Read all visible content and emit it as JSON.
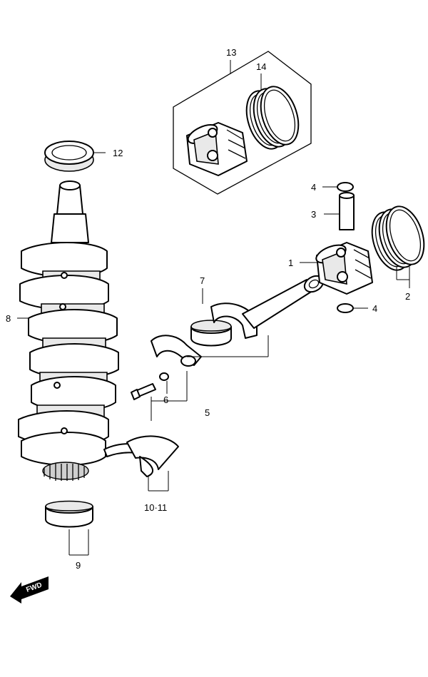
{
  "callouts": {
    "c1": "1",
    "c2": "2",
    "c3": "3",
    "c4a": "4",
    "c4b": "4",
    "c5": "5",
    "c6": "6",
    "c7": "7",
    "c8": "8",
    "c9": "9",
    "c10_11": "10·11",
    "c12": "12",
    "c13": "13",
    "c14": "14"
  },
  "fwd_arrow": {
    "label": "FWD"
  }
}
